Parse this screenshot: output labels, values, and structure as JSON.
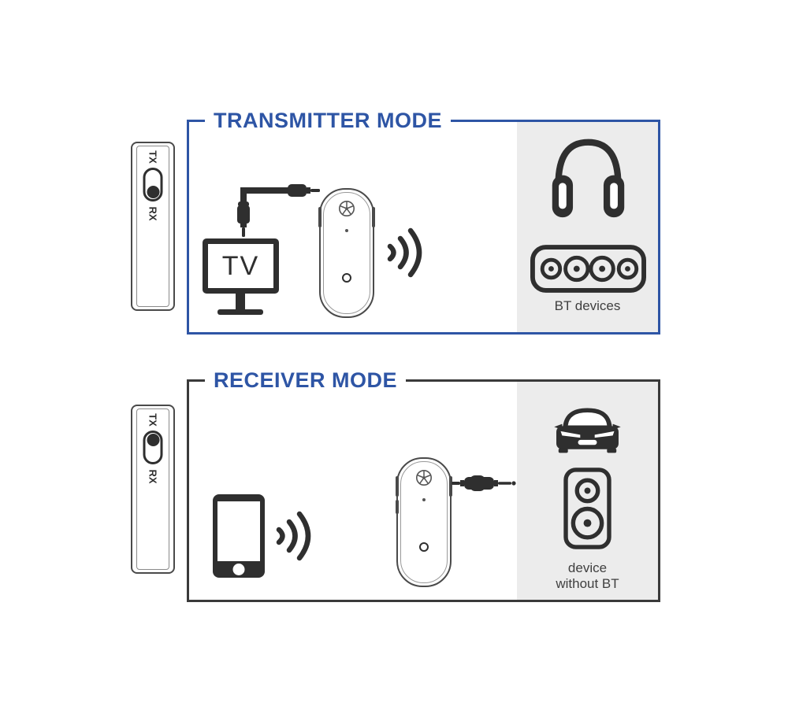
{
  "diagram_type": "bluetooth-transmitter-receiver-modes",
  "colors": {
    "accent_blue": "#2e55a5",
    "dark_icon": "#2f2f2f",
    "panel_border_receiver": "#3a3a3a",
    "gray_section_bg": "#ececec",
    "background": "#ffffff"
  },
  "transmitter": {
    "title": "TRANSMITTER MODE",
    "switch": {
      "top_label": "TX",
      "bottom_label": "RX",
      "knob_position": "bottom"
    },
    "source": {
      "icon": "tv-icon",
      "label": "TV",
      "connection": "aux-cable-into-tv"
    },
    "signal": "wireless-waves-from-device",
    "targets": {
      "icons": [
        "headphones-icon",
        "soundbar-icon"
      ],
      "caption": "BT devices"
    }
  },
  "receiver": {
    "title": "RECEIVER MODE",
    "switch": {
      "top_label": "TX",
      "bottom_label": "RX",
      "knob_position": "top"
    },
    "source": {
      "icon": "smartphone-icon",
      "signal": "wireless-waves-from-phone"
    },
    "connection": "aux-cable-out-of-device",
    "targets": {
      "icons": [
        "car-icon",
        "speaker-icon"
      ],
      "caption_line1": "device",
      "caption_line2": "without BT"
    }
  }
}
